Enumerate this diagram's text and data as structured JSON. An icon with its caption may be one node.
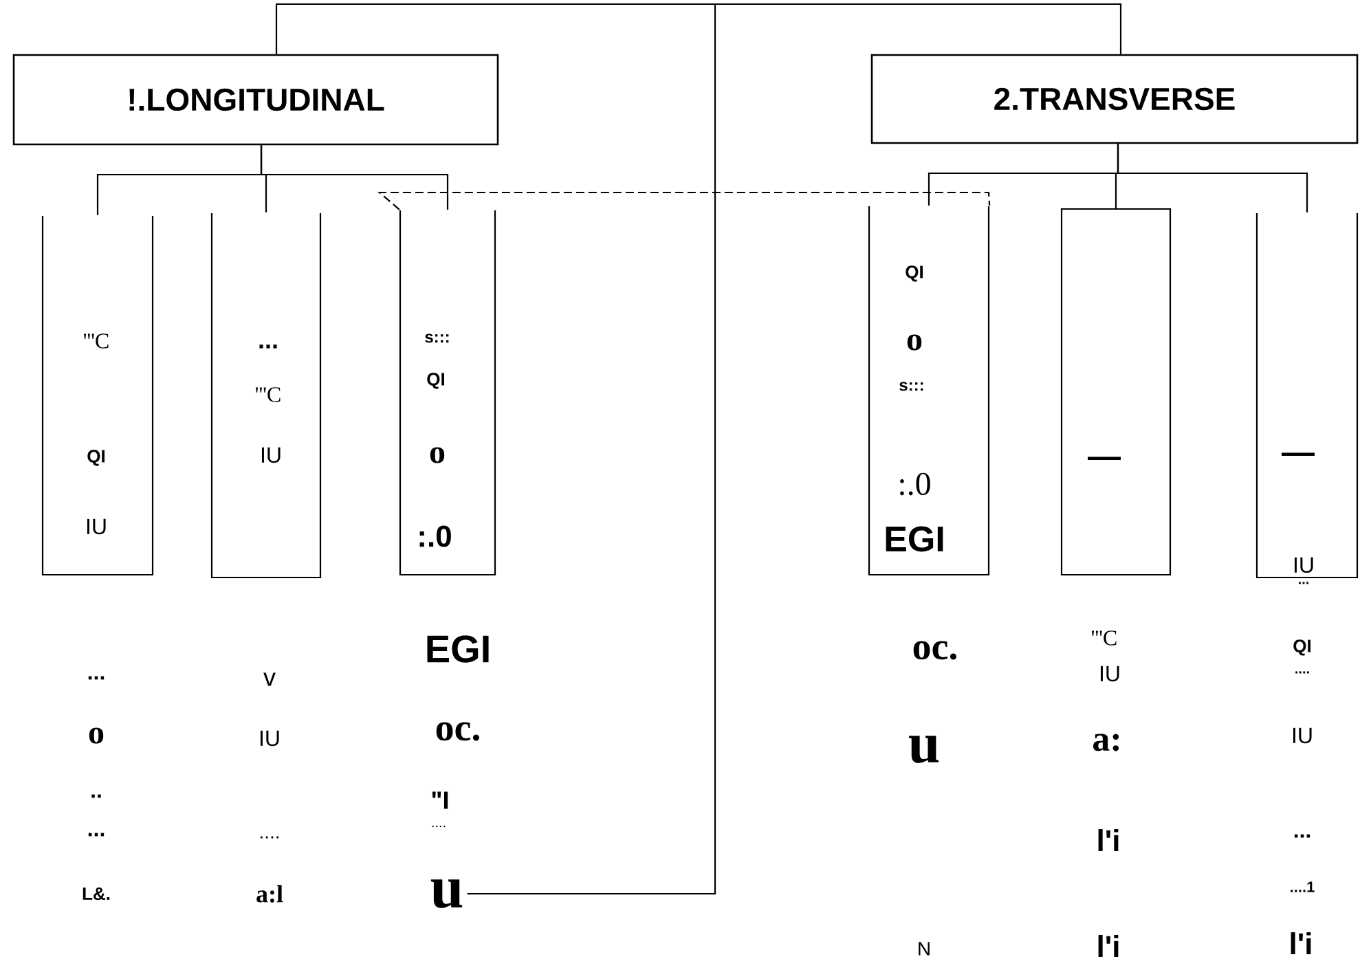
{
  "diagram": {
    "nodes": [
      {
        "text": [
          "!.LONGITUDINAL"
        ]
      },
      {
        "text": [
          "2.TRANSVERSE"
        ]
      },
      {
        "text": [
          "'''C",
          "QI",
          "IU"
        ],
        "beside": [
          "...",
          "o",
          "..",
          "...",
          "L&."
        ]
      },
      {
        "text": [
          "...",
          "'''C",
          "IU"
        ],
        "beside": [
          "v",
          "IU",
          "....",
          "a:l"
        ]
      },
      {
        "text": [
          "s:::",
          "QI",
          "o",
          ":.0"
        ],
        "beside": [
          "EGI",
          "oc.",
          "\"I",
          "...."
        ]
      },
      {
        "text": [
          "QI",
          "o",
          "s:::",
          ":.0",
          "EGI"
        ],
        "beside": [
          "oc.",
          "u"
        ]
      },
      {
        "text": [
          "—"
        ],
        "beside": [
          "'''C",
          "IU",
          "a:",
          "l'i",
          "l'i"
        ]
      },
      {
        "text": [
          "—",
          "IU"
        ],
        "beside": [
          "...",
          "QI",
          "....",
          "IU",
          "...",
          "....1",
          "l'i"
        ]
      },
      {
        "text": [
          "u"
        ]
      }
    ],
    "edges": [
      {
        "from": 0,
        "to": 1,
        "arrow": "none"
      },
      {
        "from": 0,
        "to": 2,
        "arrow": "none"
      },
      {
        "from": 0,
        "to": 3,
        "arrow": "none"
      },
      {
        "from": 0,
        "to": 4,
        "arrow": "none"
      },
      {
        "from": 1,
        "to": 5,
        "arrow": "none"
      },
      {
        "from": 1,
        "to": 6,
        "arrow": "none"
      },
      {
        "from": 1,
        "to": 7,
        "arrow": "none"
      },
      {
        "from": 4,
        "to": 5,
        "arrow": "none",
        "style": "dashed"
      },
      {
        "from": null,
        "to": 8,
        "arrow": "none"
      }
    ],
    "labels": [
      "N"
    ]
  }
}
